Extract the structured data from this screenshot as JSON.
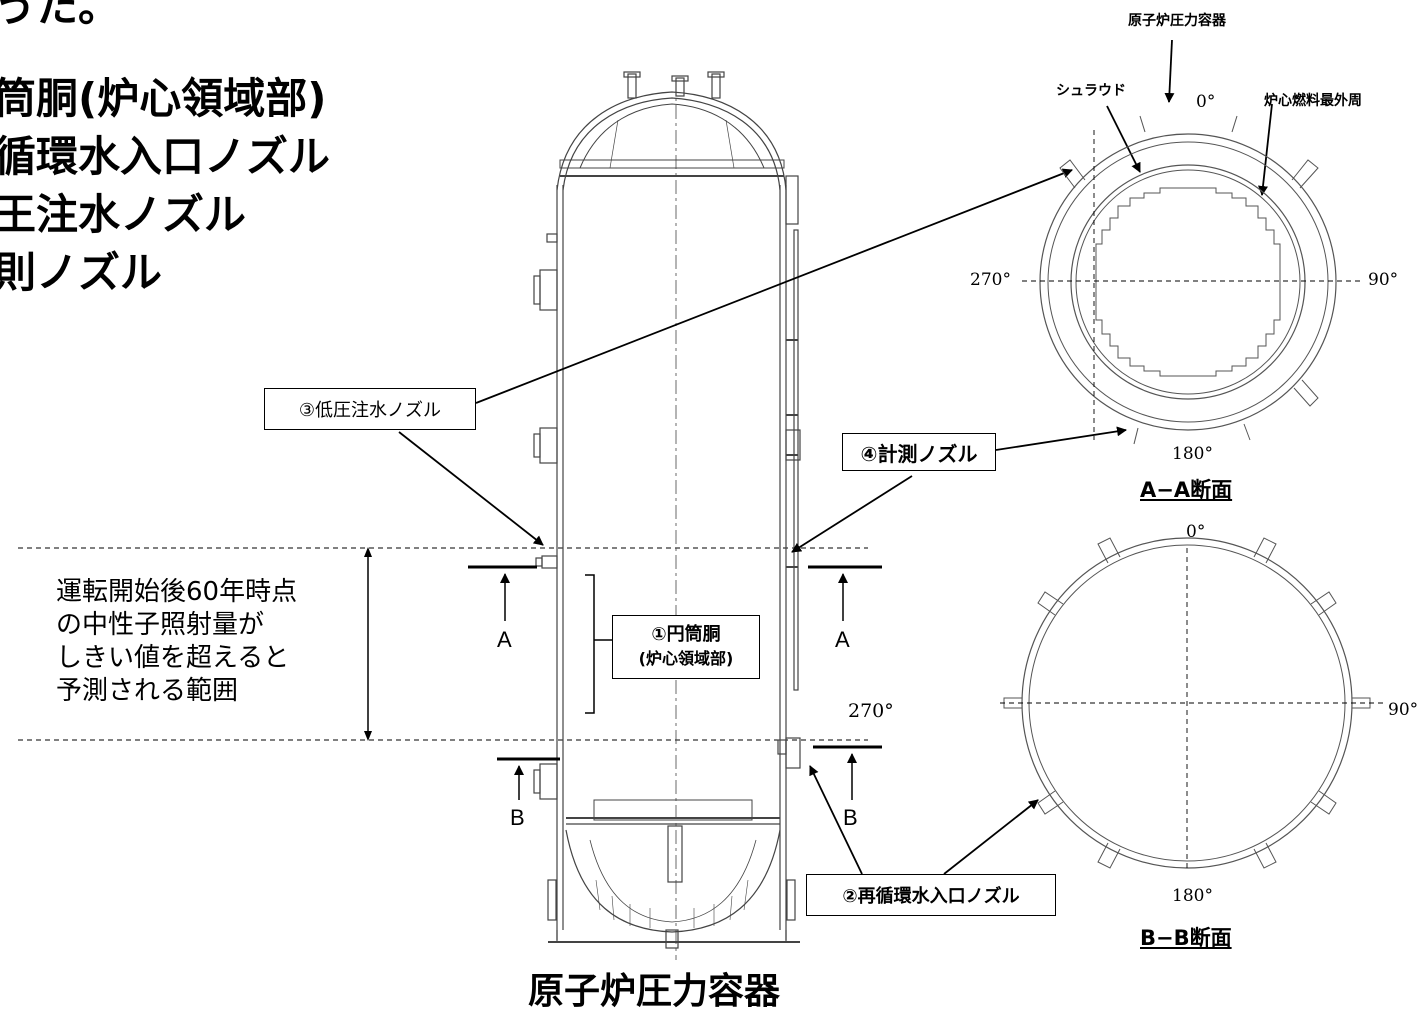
{
  "header": {
    "line0": "うた。",
    "line1": "筒胴(炉心領域部)",
    "line2": "循環水入口ノズル",
    "line3": "王注水ノズル",
    "line4": "則ノズル"
  },
  "labels": {
    "label1": "①円筒胴",
    "label1b": "(炉心領域部)",
    "label2": "②再循環水入口ノズル",
    "label3": "③低圧注水ノズル",
    "label4": "④計測ノズル",
    "range_text": [
      "運転開始後60年時点",
      "の中性子照射量が",
      "しきい値を超えると",
      "予測される範囲"
    ],
    "cut_a": "A",
    "cut_b": "B",
    "vessel_title": "原子炉圧力容器"
  },
  "section_aa": {
    "top_label": "原子炉圧力容器",
    "shroud_label": "シュラウド",
    "fuel_label": "炉心燃料最外周",
    "deg0": "0°",
    "deg90": "90°",
    "deg180": "180°",
    "deg270": "270°",
    "title": "A−A断面"
  },
  "section_bb": {
    "deg0": "0°",
    "deg90": "90°",
    "deg180": "180°",
    "deg270": "270°",
    "title": "B−B断面"
  },
  "colors": {
    "line": "#000000",
    "drawing": "#555555",
    "background": "#ffffff"
  }
}
